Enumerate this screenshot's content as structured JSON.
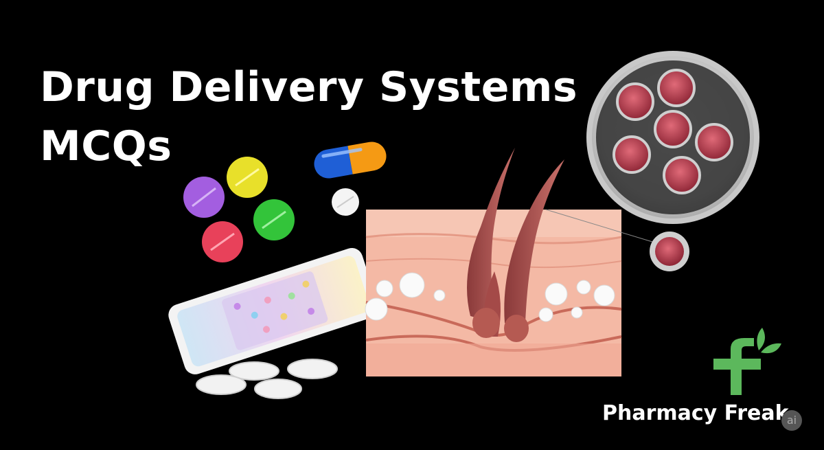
{
  "title": {
    "line1": "Drug Delivery Systems",
    "line2": "MCQs"
  },
  "brand": {
    "name": "Pharmacy Freak",
    "badge": "ai",
    "logo_color": "#5cb85c"
  },
  "colors": {
    "background": "#000000",
    "skin": "#f4b9a5",
    "cell": "#b8404f"
  }
}
